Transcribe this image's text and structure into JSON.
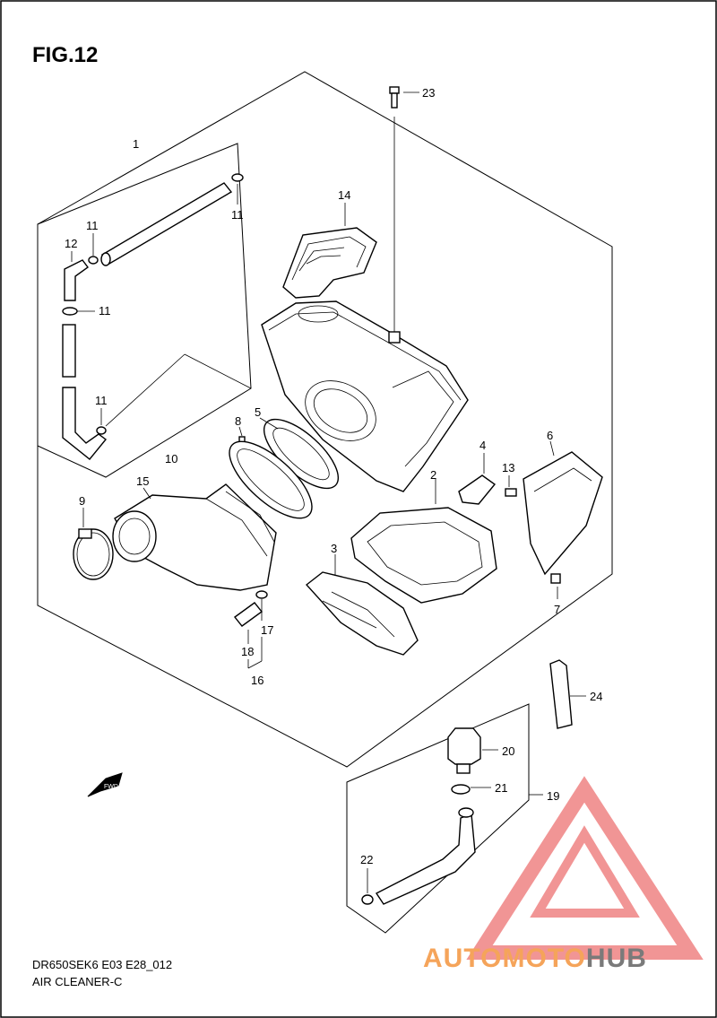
{
  "figure": {
    "title": "FIG.12"
  },
  "footer": {
    "code": "DR650SEK6 E03 E28_012",
    "name": "AIR CLEANER-C"
  },
  "direction_label": "FWD",
  "watermark": {
    "part1": "AUTOMOTO",
    "part2": "HUB",
    "colors": {
      "orange": "#f5a45a",
      "grey": "#7a7a7a",
      "triangle": "#f08a8a"
    }
  },
  "callouts": {
    "c1": "1",
    "c2": "2",
    "c3": "3",
    "c4": "4",
    "c5": "5",
    "c6": "6",
    "c7": "7",
    "c8": "8",
    "c9": "9",
    "c10": "10",
    "c11a": "11",
    "c11b": "11",
    "c11c": "11",
    "c11d": "11",
    "c12": "12",
    "c13": "13",
    "c14": "14",
    "c15": "15",
    "c16": "16",
    "c17": "17",
    "c18": "18",
    "c19": "19",
    "c20": "20",
    "c21": "21",
    "c22": "22",
    "c23": "23",
    "c24": "24"
  }
}
